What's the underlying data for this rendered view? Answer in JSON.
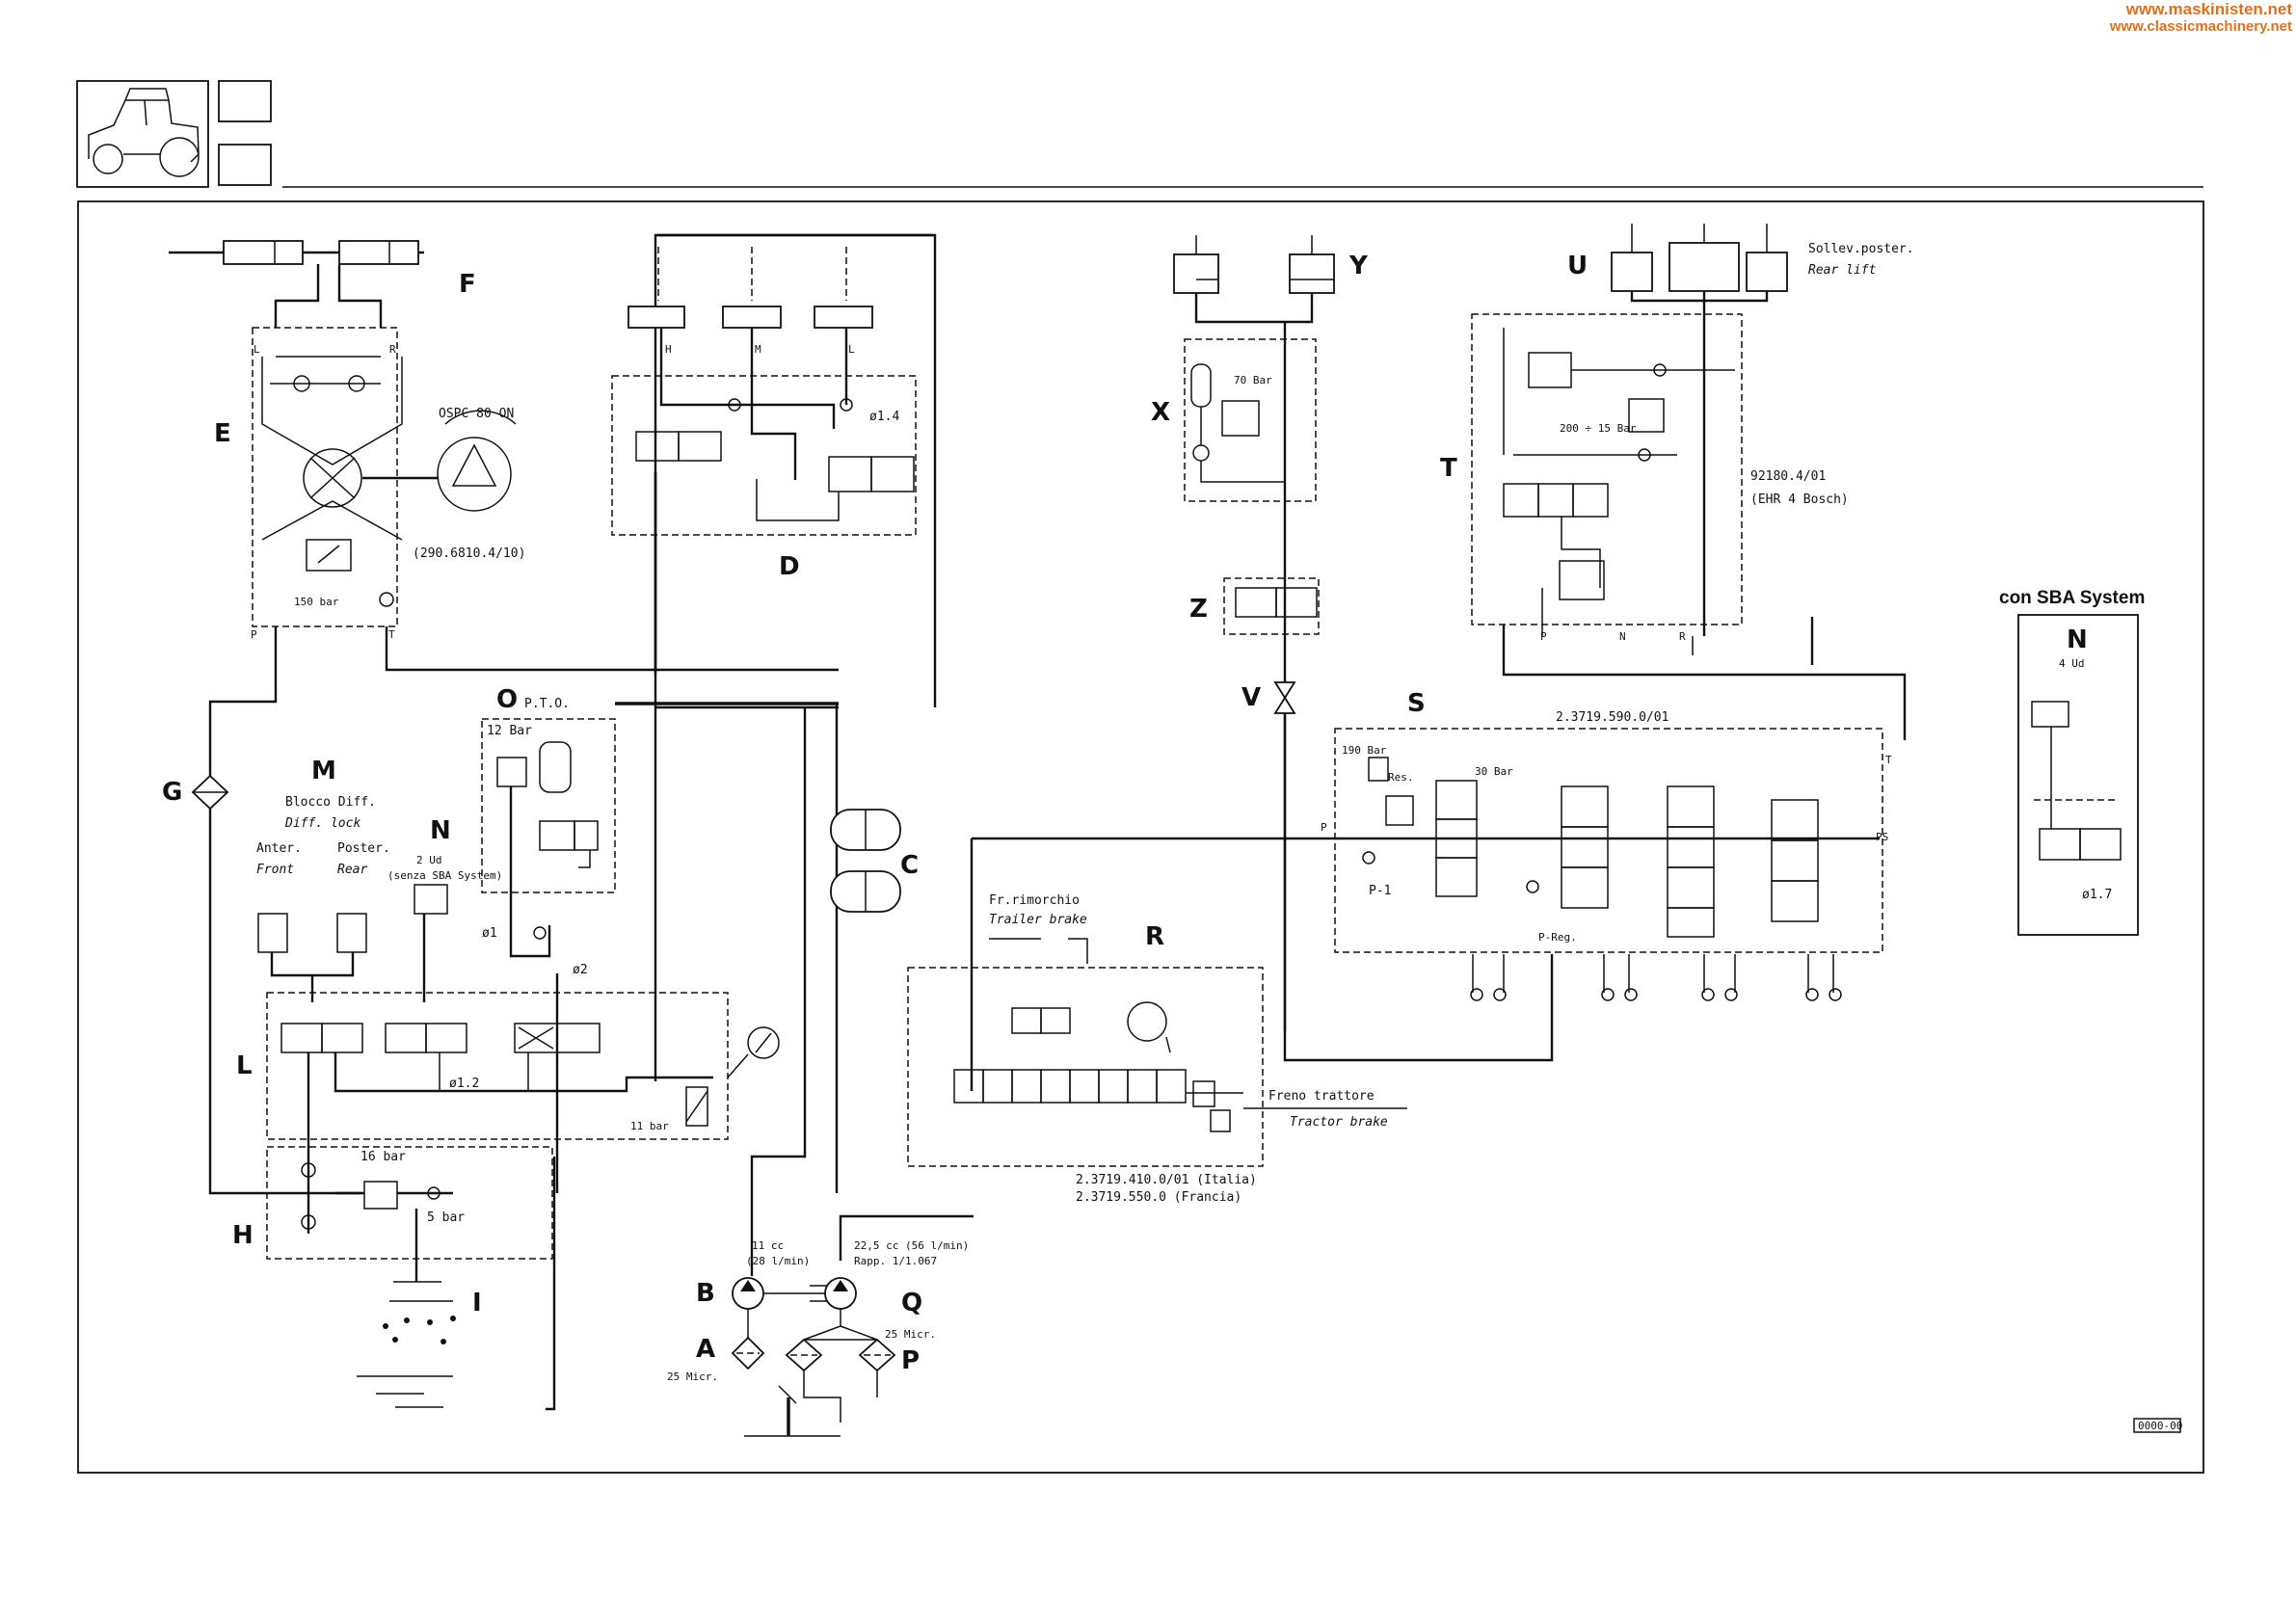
{
  "watermark": {
    "line1": "www.maskinisten.net",
    "line2": "www.classicmachinery.net",
    "color": "#e0701e"
  },
  "header": {
    "icon": "tractor-icon"
  },
  "components": {
    "A": {
      "letter": "A",
      "filter": "25 Micr."
    },
    "B": {
      "letter": "B",
      "spec1": "11 cc",
      "spec2": "(28 l/min)"
    },
    "C": {
      "letter": "C"
    },
    "D": {
      "letter": "D",
      "ports": [
        "H",
        "M",
        "L"
      ],
      "restrictor": "ø1.4"
    },
    "E": {
      "letter": "E",
      "osp": "OSPC 80 ON",
      "part": "(290.6810.4/10)",
      "relief": "150 bar",
      "ports": [
        "L",
        "R",
        "P",
        "T"
      ]
    },
    "F": {
      "letter": "F"
    },
    "G": {
      "letter": "G"
    },
    "H": {
      "letter": "H",
      "valve1": "16 bar",
      "valve2": "5 bar"
    },
    "I": {
      "letter": "I"
    },
    "L": {
      "letter": "L",
      "restrictor": "ø1.2",
      "relief": "11 bar"
    },
    "M": {
      "letter": "M",
      "title": "Blocco Diff.",
      "subtitle": "Diff. lock",
      "front_it": "Anter.",
      "front_en": "Front",
      "rear_it": "Poster.",
      "rear_en": "Rear"
    },
    "N": {
      "letter": "N",
      "label": "2 Ud",
      "note": "(senza SBA System)"
    },
    "O": {
      "letter": "O",
      "label": "P.T.O.",
      "pressure": "12 Bar",
      "r1": "ø1",
      "r2": "ø2"
    },
    "P": {
      "letter": "P",
      "filter": "25 Micr."
    },
    "Q": {
      "letter": "Q",
      "spec1": "22,5 cc (56 l/min)",
      "spec2": "Rapp. 1/1.067"
    },
    "R": {
      "letter": "R",
      "trailer_it": "Fr.rimorchio",
      "trailer_en": "Trailer brake",
      "tractor_it": "Freno trattore",
      "tractor_en": "Tractor brake",
      "part1": "2.3719.410.0/01 (Italia)",
      "part2": "2.3719.550.0 (Francia)"
    },
    "S": {
      "letter": "S",
      "part": "2.3719.590.0/01",
      "p190": "190 Bar",
      "p30": "30 Bar",
      "res": "Res.",
      "p1": "P-1",
      "preg": "P-Reg.",
      "ports": [
        "P",
        "T",
        "PS"
      ]
    },
    "T": {
      "letter": "T",
      "part": "92180.4/01",
      "note": "(EHR 4 Bosch)",
      "relief": "200 ÷ 15 Bar",
      "ports": [
        "P",
        "N",
        "R"
      ]
    },
    "U": {
      "letter": "U",
      "it": "Sollev.poster.",
      "en": "Rear lift"
    },
    "V": {
      "letter": "V"
    },
    "X": {
      "letter": "X",
      "pressure": "70 Bar"
    },
    "Y": {
      "letter": "Y"
    },
    "Z": {
      "letter": "Z"
    }
  },
  "sba": {
    "title": "con SBA System",
    "letter": "N",
    "label": "4 Ud",
    "restrictor": "ø1.7"
  },
  "stamp": "0000-00"
}
